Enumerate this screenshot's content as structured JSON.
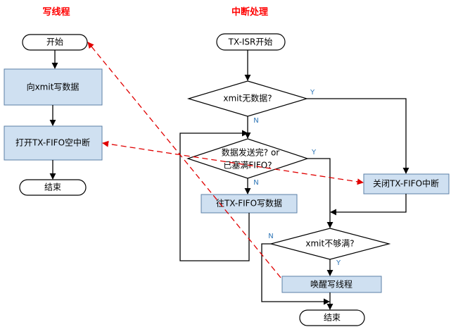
{
  "titles": {
    "left": "写线程",
    "right": "中断处理"
  },
  "left_flow": {
    "start": "开始",
    "write_data": "向xmit写数据",
    "open_fifo_int": "打开TX-FIFO空中断",
    "end": "结束"
  },
  "right_flow": {
    "start": "TX-ISR开始",
    "q_no_data": "xmit无数据?",
    "q_sent_or_full_line1": "数据发送完? or",
    "q_sent_or_full_line2": "已塞满FIFO?",
    "write_fifo": "往TX-FIFO写数据",
    "close_fifo_int": "关闭TX-FIFO中断",
    "q_xmit_not_full": "xmit不够满?",
    "wake_thread": "唤醒写线程",
    "end": "结束"
  },
  "branch_labels": {
    "q1_yes": "Y",
    "q1_no": "N",
    "q2_yes": "Y",
    "q2_no": "N",
    "q3_yes": "Y",
    "q3_no": "N"
  },
  "colors": {
    "title": "#ff0000",
    "process_fill": "#cfe0f1",
    "process_stroke": "#5b7fa6",
    "branch_label": "#2e75b6",
    "dashed_link": "#e00000"
  }
}
